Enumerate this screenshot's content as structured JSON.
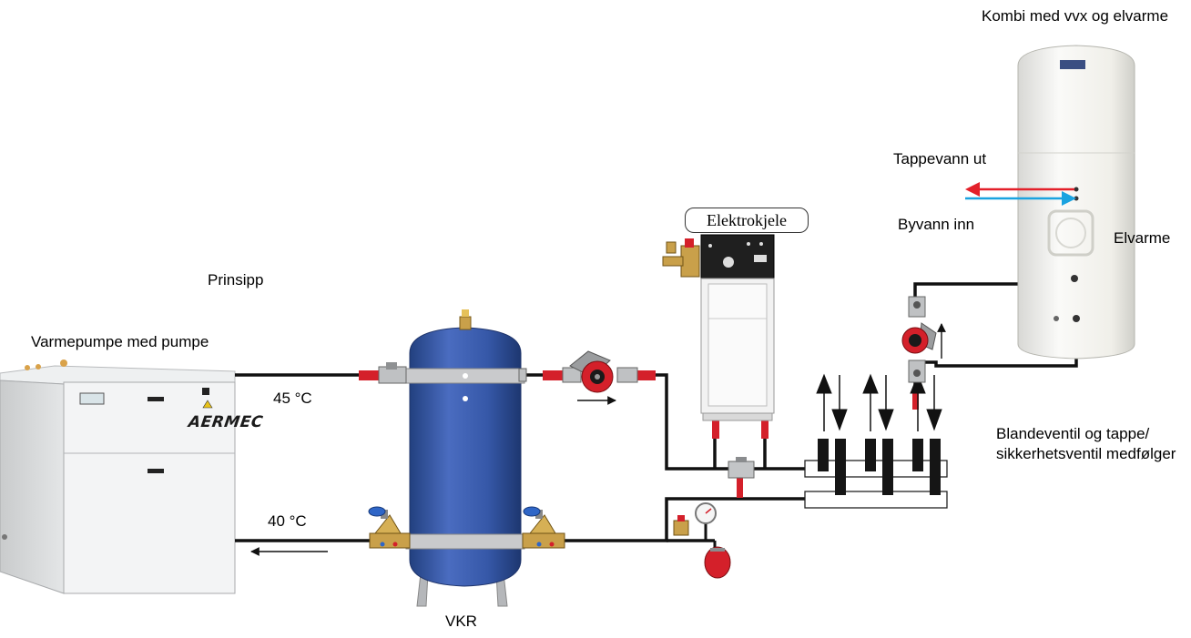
{
  "labels": {
    "prinsipp": "Prinsipp",
    "varmepumpe": "Varmepumpe med pumpe",
    "temp_supply": "45 °C",
    "temp_return": "40 °C",
    "vkr": "VKR",
    "elektrokjele": "Elektrokjele",
    "kombi": "Kombi med vvx og elvarme",
    "tappevann_ut": "Tappevann ut",
    "byvann_inn": "Byvann inn",
    "elvarme": "Elvarme",
    "blandeventil": "Blandeventil og tappe/ sikkerhetsventil medfølger"
  },
  "brand": "AERMEC",
  "colors": {
    "tank_blue": "#3a5aa8",
    "pipe": "#111111",
    "hot_arrow": "#e3202a",
    "cold_arrow": "#1aa3e0",
    "pump_red": "#d4202a"
  }
}
